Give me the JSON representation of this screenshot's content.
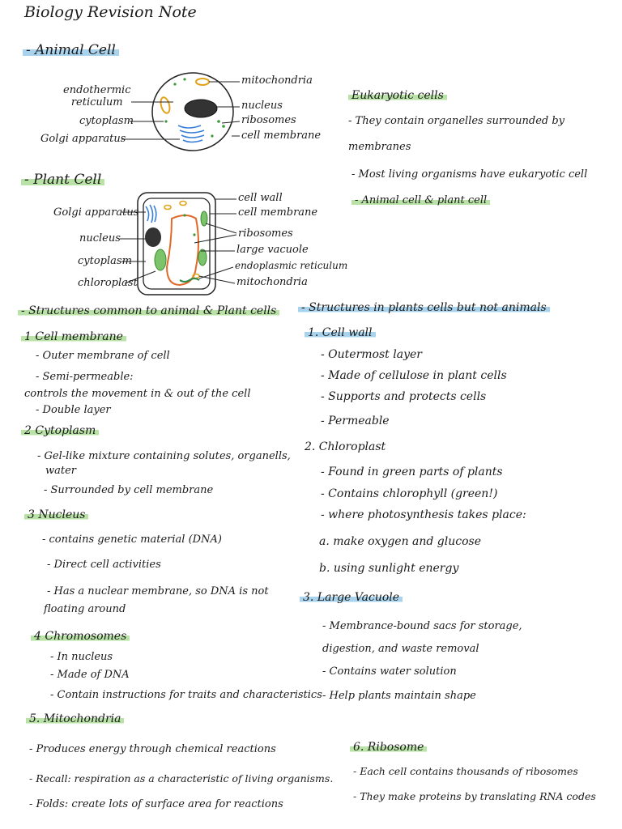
{
  "title": "Biology Revision Note",
  "animal": {
    "heading": "- Animal Cell",
    "labels": {
      "er": "endothermic\nreticulum",
      "cytoplasm": "cytoplasm",
      "golgi": "Golgi apparatus",
      "mitochondria": "mitochondria",
      "nucleus": "nucleus",
      "ribosomes": "ribosomes",
      "membrane": "cell membrane"
    }
  },
  "plant": {
    "heading": "- Plant Cell",
    "labels": {
      "golgi": "Golgi apparatus",
      "nucleus": "nucleus",
      "cytoplasm": "cytoplasm",
      "chloroplast": "chloroplast",
      "wall": "cell wall",
      "membrane": "cell membrane",
      "ribosomes": "ribosomes",
      "vacuole": "large vacuole",
      "er": "endoplasmic reticulum",
      "mitochondria": "mitochondria"
    }
  },
  "eukaryotic": {
    "heading": "Eukaryotic cells",
    "lines": [
      "- They contain organelles surrounded by",
      "membranes",
      "- Most living organisms have eukaryotic cell",
      "- Animal cell & plant cell"
    ]
  },
  "common": {
    "heading": "- Structures common to animal & Plant cells",
    "s1": {
      "h": "1 Cell membrane",
      "lines": [
        "- Outer membrane of cell",
        "- Semi-permeable:",
        "controls the movement in & out of the cell",
        "- Double layer"
      ]
    },
    "s2": {
      "h": "2 Cytoplasm",
      "lines": [
        "- Gel-like mixture containing solutes, organells,",
        "water",
        "- Surrounded by cell membrane"
      ]
    },
    "s3": {
      "h": "3 Nucleus",
      "lines": [
        "- contains genetic material (DNA)",
        "- Direct cell activities",
        "- Has a nuclear membrane, so DNA is not",
        "floating around"
      ]
    },
    "s4": {
      "h": "4 Chromosomes",
      "lines": [
        "- In nucleus",
        "- Made of DNA",
        "- Contain instructions for traits and characteristics"
      ]
    },
    "s5": {
      "h": "5. Mitochondria",
      "lines": [
        "- Produces energy through chemical reactions",
        "- Recall: respiration as a characteristic of living organisms.",
        "- Folds: create lots of surface area for reactions"
      ]
    }
  },
  "plants_only": {
    "heading": "- Structures in plants cells but not animals",
    "s1": {
      "h": "1. Cell wall",
      "lines": [
        "- Outermost layer",
        "- Made of cellulose in plant cells",
        "- Supports and protects cells",
        "- Permeable"
      ]
    },
    "s2": {
      "h": "2. Chloroplast",
      "lines": [
        "- Found in green parts of plants",
        "- Contains chlorophyll (green!)",
        "- where photosynthesis takes place:",
        "a. make oxygen and glucose",
        "b. using sunlight energy"
      ]
    },
    "s3": {
      "h": "3. Large Vacuole",
      "lines": [
        "- Membrance-bound sacs for storage,",
        "digestion, and waste removal",
        "- Contains water solution",
        "- Help plants maintain shape"
      ]
    },
    "s6": {
      "h": "6. Ribosome",
      "lines": [
        "- Each cell contains thousands of ribosomes",
        "- They make proteins by translating RNA codes"
      ]
    }
  }
}
